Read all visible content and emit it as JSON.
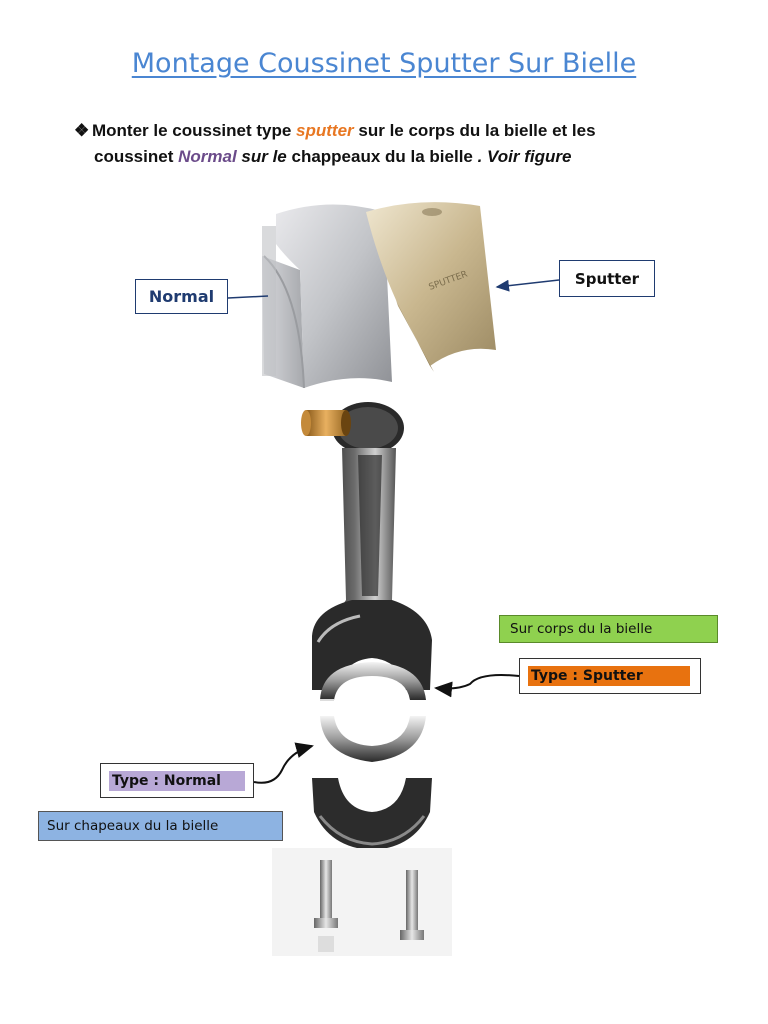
{
  "title": "Montage Coussinet Sputter Sur Bielle",
  "instruction": {
    "bullet": "❖",
    "part1": "Monter le coussinet type ",
    "sputter_word": "sputter",
    "part2": " sur le corps du la bielle et les",
    "part3": "coussinet ",
    "normal_word": "Normal",
    "part4": " sur le",
    "part5": " chappeaux du la bielle ",
    "part6": ". Voir figure"
  },
  "labels": {
    "normal": "Normal",
    "sputter": "Sputter",
    "sur_corps": "Sur corps du la bielle",
    "type_sputter": "Type : Sputter",
    "type_normal": "Type : Normal",
    "sur_chapeaux": "Sur chapeaux du la bielle"
  },
  "colors": {
    "title": "#4a86d2",
    "sputter_text": "#e87722",
    "normal_text": "#6b4b8a",
    "green_label": "#8fd14f",
    "orange_label": "#e8720f",
    "purple_label": "#b8a8d6",
    "blue_label": "#8db3e2"
  }
}
